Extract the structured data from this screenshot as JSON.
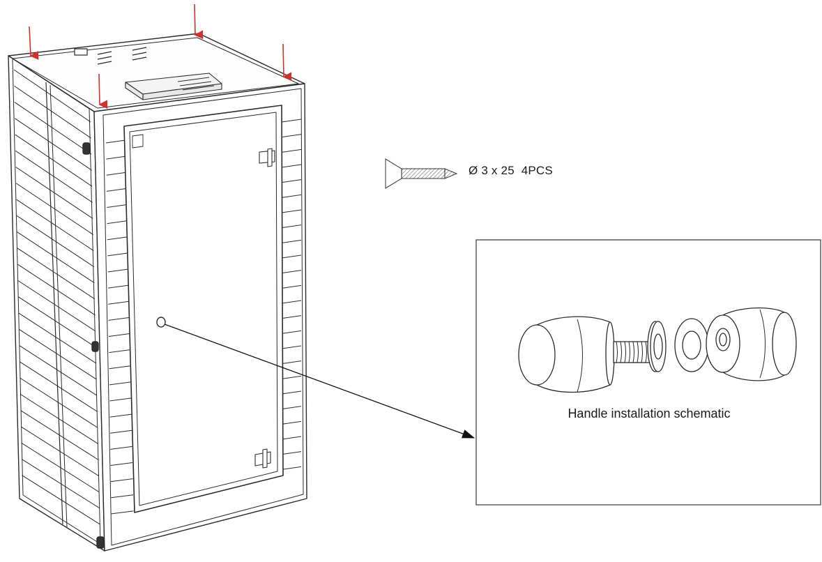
{
  "screw_spec": {
    "label": "Ø 3 x 25  4PCS",
    "icon": "countersunk-screw-icon"
  },
  "detail_box": {
    "caption": "Handle installation schematic",
    "parts": [
      "handle-knob-outer-icon",
      "threaded-bolt-icon",
      "spacer-washer-icon",
      "flat-washer-icon",
      "handle-knob-inner-icon"
    ]
  },
  "colors": {
    "line": "#2b2b2b",
    "arrow_markers": "#d0312d",
    "background": "#ffffff"
  },
  "screw_markers": {
    "count": 4,
    "icon": "red-arrow-icon"
  }
}
